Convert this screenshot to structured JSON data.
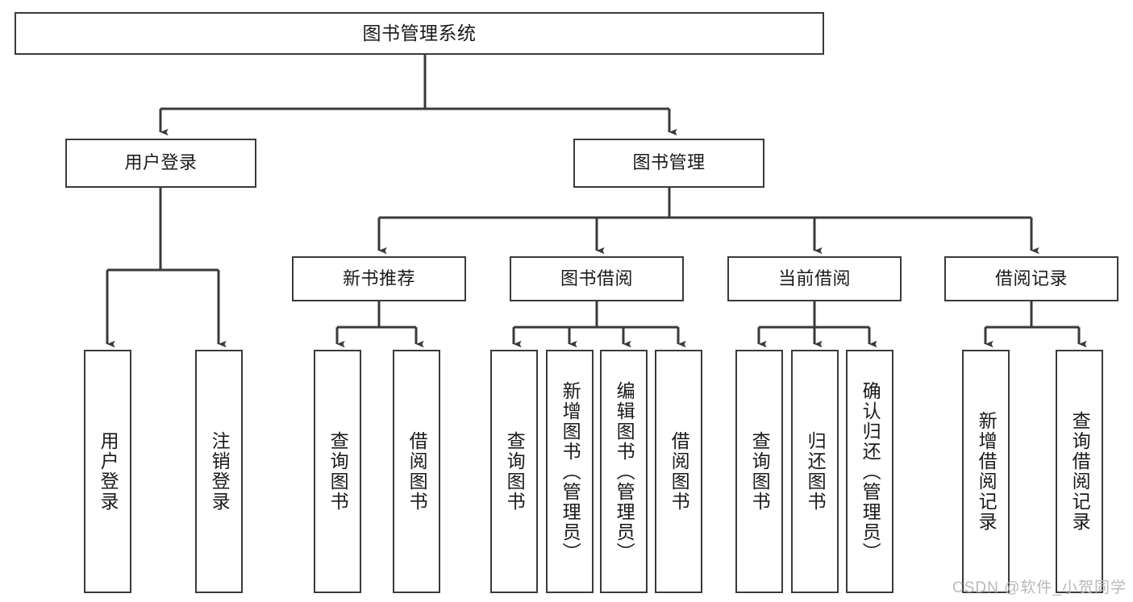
{
  "diagram": {
    "title": "图书管理系统",
    "type": "hierarchy-tree",
    "orientation": "top-down",
    "colors": {
      "box_border": "#3a3a3a",
      "box_fill": "#ffffff",
      "connector": "#3a3a3a",
      "text": "#1a1a1a",
      "watermark": "#b9b9b9"
    },
    "root": {
      "label": "图书管理系统"
    },
    "level2": [
      {
        "label": "用户登录"
      },
      {
        "label": "图书管理"
      }
    ],
    "level3": [
      {
        "label": "新书推荐"
      },
      {
        "label": "图书借阅"
      },
      {
        "label": "当前借阅"
      },
      {
        "label": "借阅记录"
      }
    ],
    "leaves": {
      "user_login": [
        {
          "label": "用户登录"
        },
        {
          "label": "注销登录"
        }
      ],
      "new_book_recommend": [
        {
          "label": "查询图书"
        },
        {
          "label": "借阅图书"
        }
      ],
      "book_borrow": [
        {
          "label": "查询图书"
        },
        {
          "label": "新增图书（管理员）"
        },
        {
          "label": "编辑图书（管理员）"
        },
        {
          "label": "借阅图书"
        }
      ],
      "current_borrow": [
        {
          "label": "查询图书"
        },
        {
          "label": "归还图书"
        },
        {
          "label": "确认归还（管理员）"
        }
      ],
      "borrow_records": [
        {
          "label": "新增借阅记录"
        },
        {
          "label": "查询借阅记录"
        }
      ]
    },
    "watermark": "CSDN @软件_小贺同学"
  }
}
